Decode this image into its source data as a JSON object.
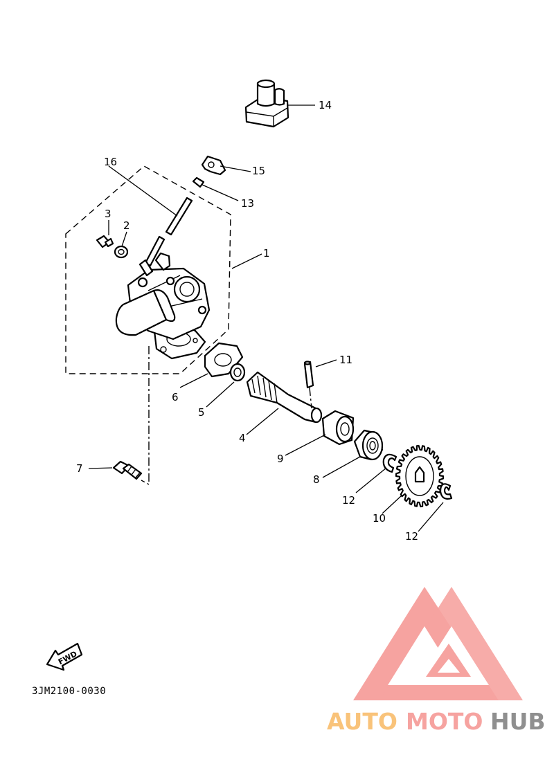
{
  "diagram": {
    "callouts": [
      {
        "id": "1",
        "text": "1"
      },
      {
        "id": "2",
        "text": "2"
      },
      {
        "id": "3",
        "text": "3"
      },
      {
        "id": "4",
        "text": "4"
      },
      {
        "id": "5",
        "text": "5"
      },
      {
        "id": "6",
        "text": "6"
      },
      {
        "id": "7",
        "text": "7"
      },
      {
        "id": "8",
        "text": "8"
      },
      {
        "id": "9",
        "text": "9"
      },
      {
        "id": "10",
        "text": "10"
      },
      {
        "id": "11",
        "text": "11"
      },
      {
        "id": "12a",
        "text": "12"
      },
      {
        "id": "12b",
        "text": "12"
      },
      {
        "id": "13",
        "text": "13"
      },
      {
        "id": "14",
        "text": "14"
      },
      {
        "id": "15",
        "text": "15"
      },
      {
        "id": "16",
        "text": "16"
      }
    ],
    "fwd_label": "FWD",
    "drawing_code": "3JM2100-0030"
  },
  "watermark": {
    "word_part1": "AUTO",
    "word_part2": "MOTO",
    "word_part3": "HUB",
    "color_part1": "#f9c37a",
    "color_part2": "#f6a3a0",
    "color_part3": "#8f8f8f",
    "mark_color": "#f6a3a0"
  }
}
